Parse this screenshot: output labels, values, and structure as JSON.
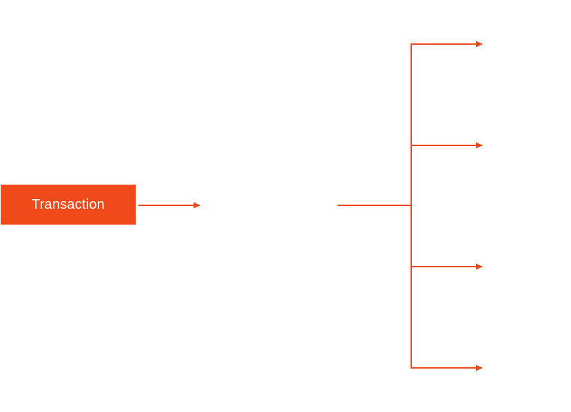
{
  "diagram": {
    "accent_color": "#f04a1a",
    "source_node": {
      "label": "Transaction"
    },
    "connector_count": 1,
    "branch_count": 4
  }
}
